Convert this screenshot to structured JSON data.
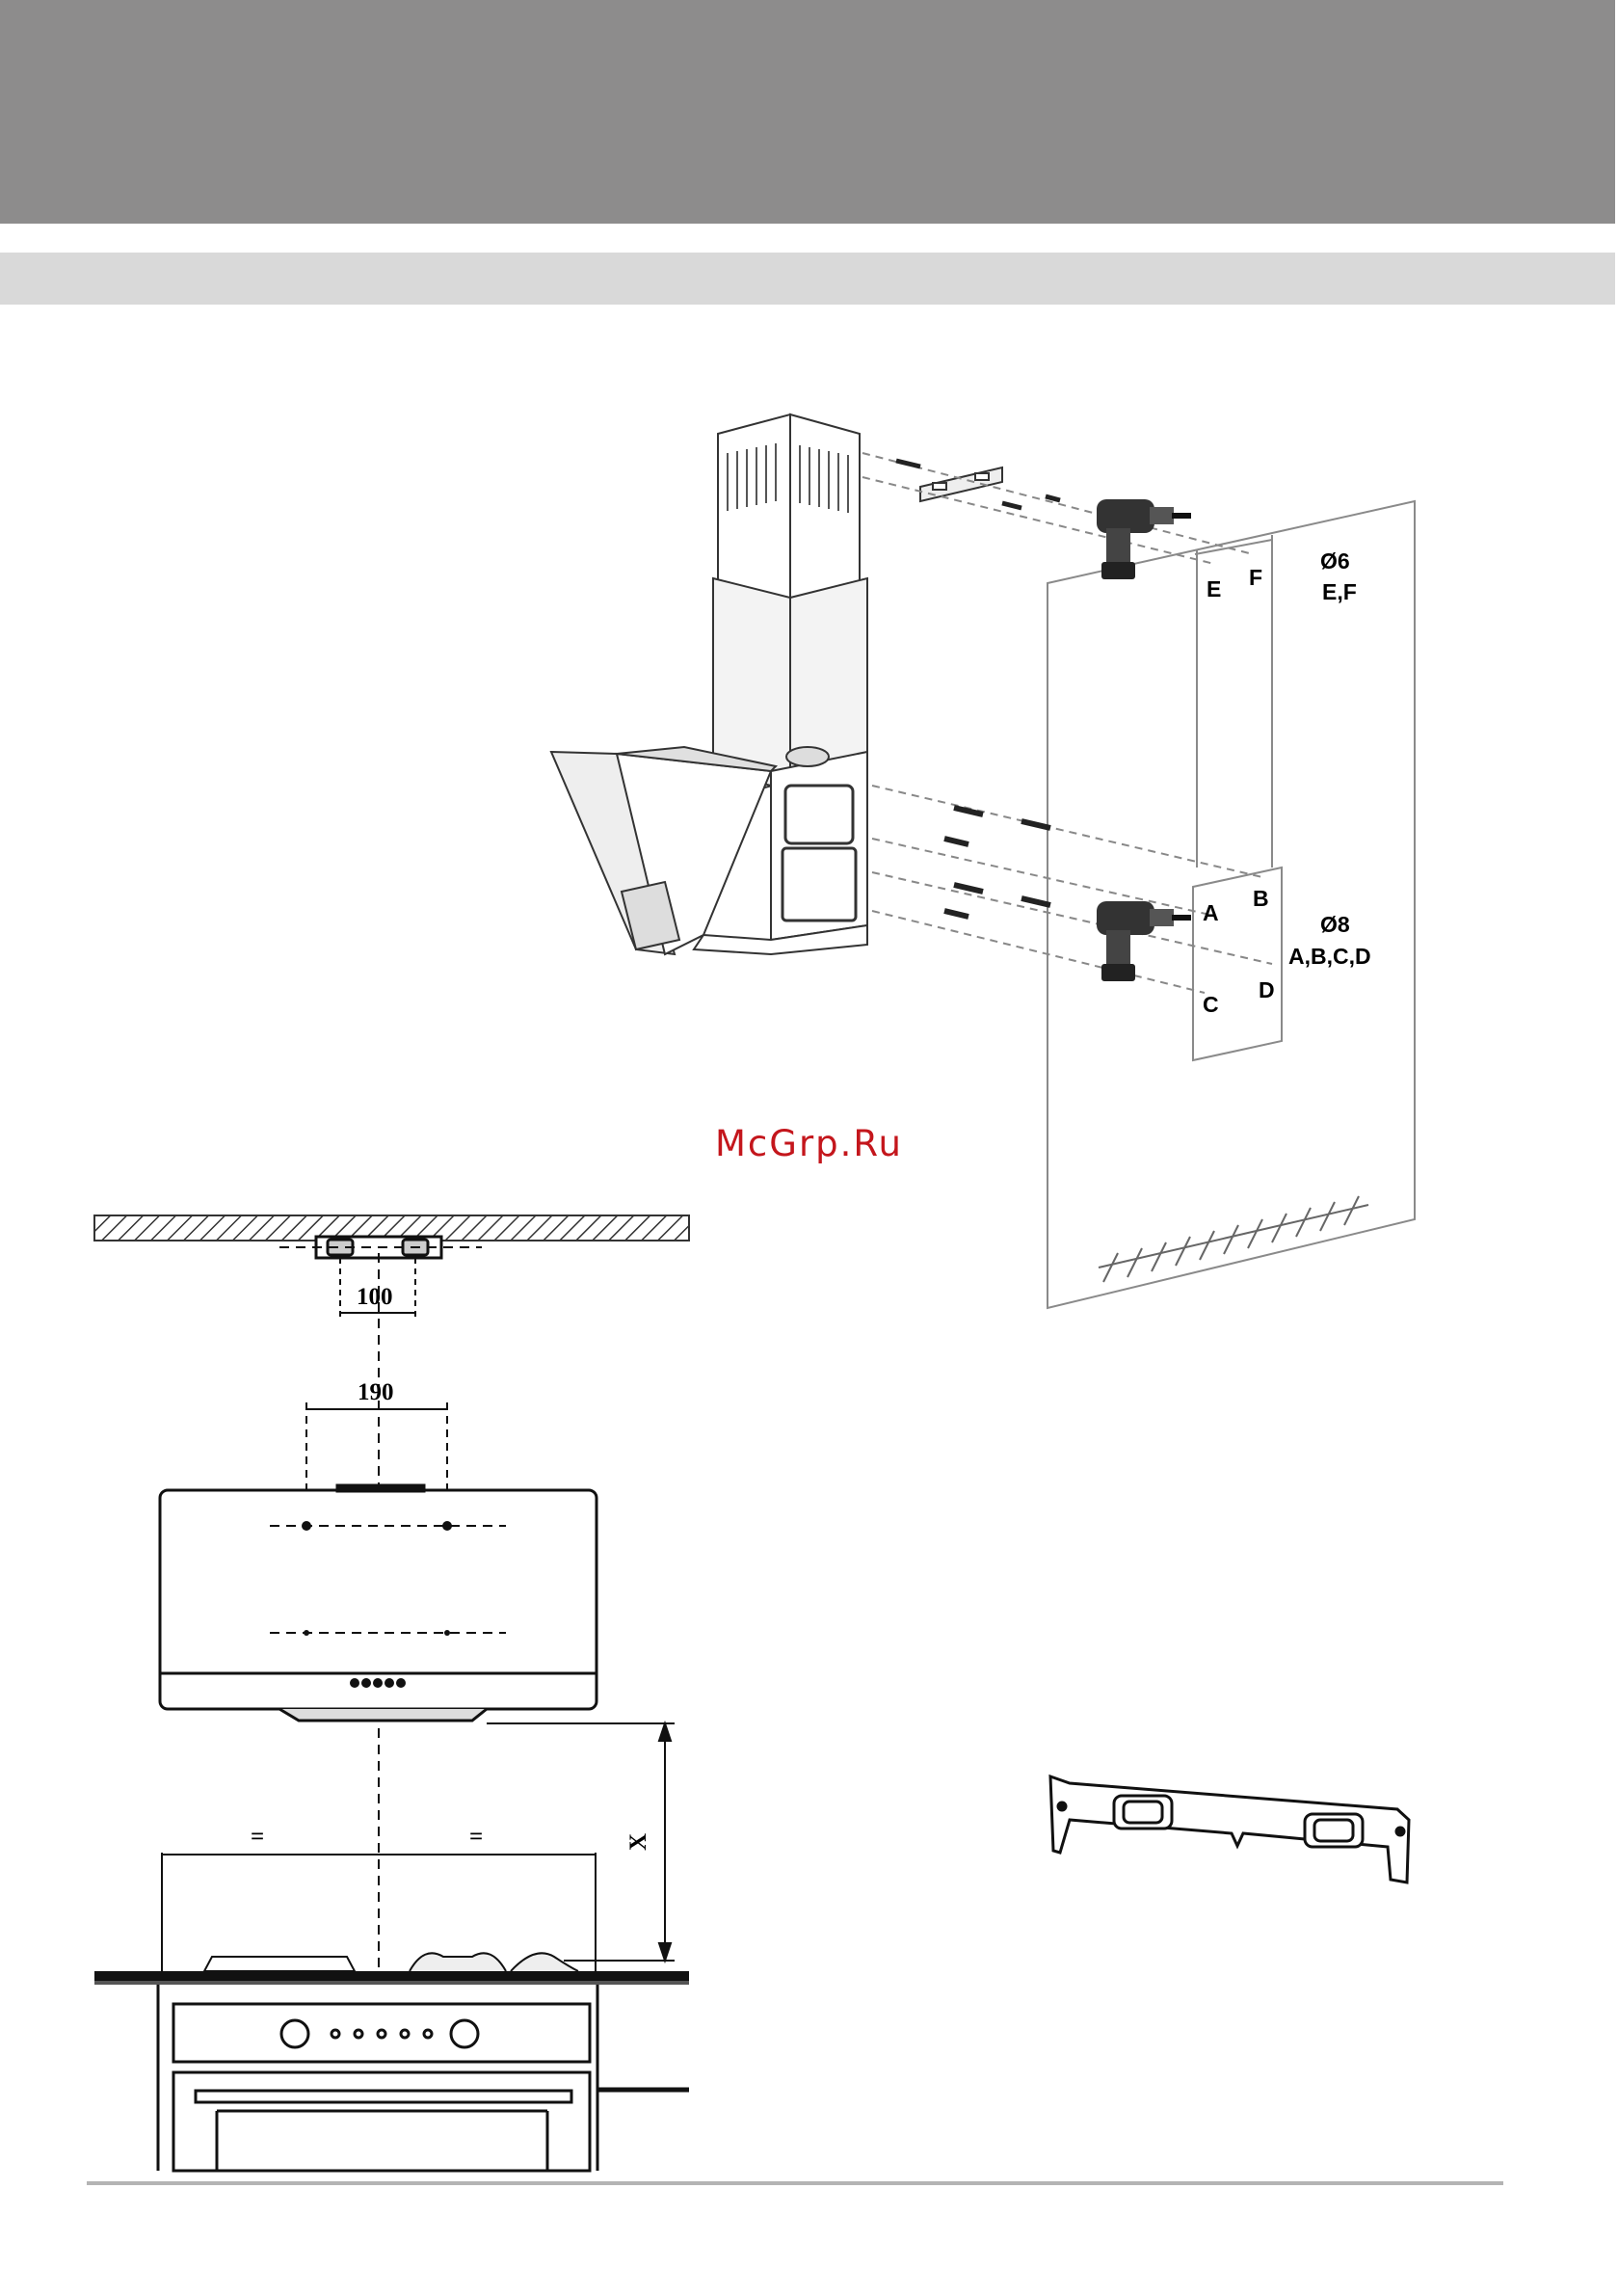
{
  "watermark": "McGrp.Ru",
  "installation_figure": {
    "upper_holes": {
      "labels": [
        "E",
        "F"
      ],
      "diameter": "Ø6",
      "holes": "E,F"
    },
    "lower_holes": {
      "labels": [
        "A",
        "B",
        "C",
        "D"
      ],
      "diameter": "Ø8",
      "holes": "A,B,C,D"
    }
  },
  "front_view": {
    "bracket_spacing": "100",
    "hole_spacing": "190",
    "equal_left": "=",
    "equal_right": "=",
    "height_label": "X"
  },
  "icons": [
    "range-hood-icon",
    "drill-icon",
    "spirit-level-icon",
    "wall-bracket-icon",
    "hob-icon",
    "oven-icon"
  ]
}
